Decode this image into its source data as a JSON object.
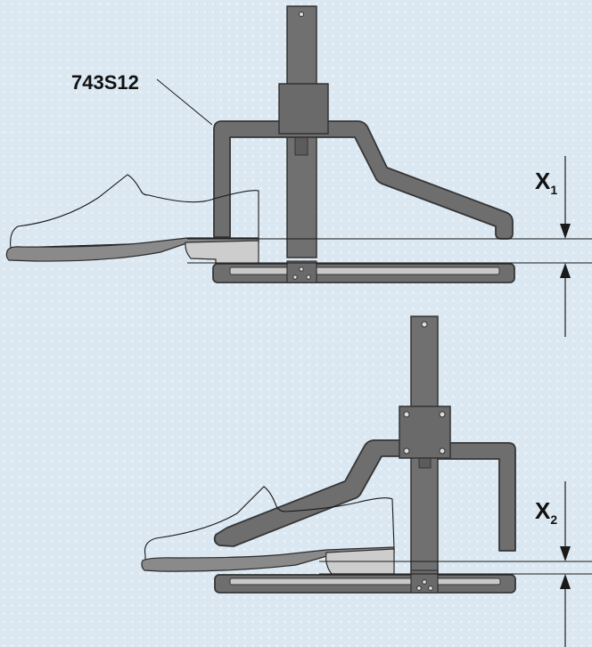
{
  "diagram": {
    "part_label": "743S12",
    "dimension_top": {
      "letter": "X",
      "subscript": "1"
    },
    "dimension_bottom": {
      "letter": "X",
      "subscript": "2"
    },
    "colors": {
      "background": "#dbe8f2",
      "gauge_fill": "#6e6e6e",
      "gauge_stroke": "#3a3a3a",
      "sole": "#8c8c8c",
      "heel": "#cfcfcf",
      "line": "#1a1a1a"
    }
  }
}
